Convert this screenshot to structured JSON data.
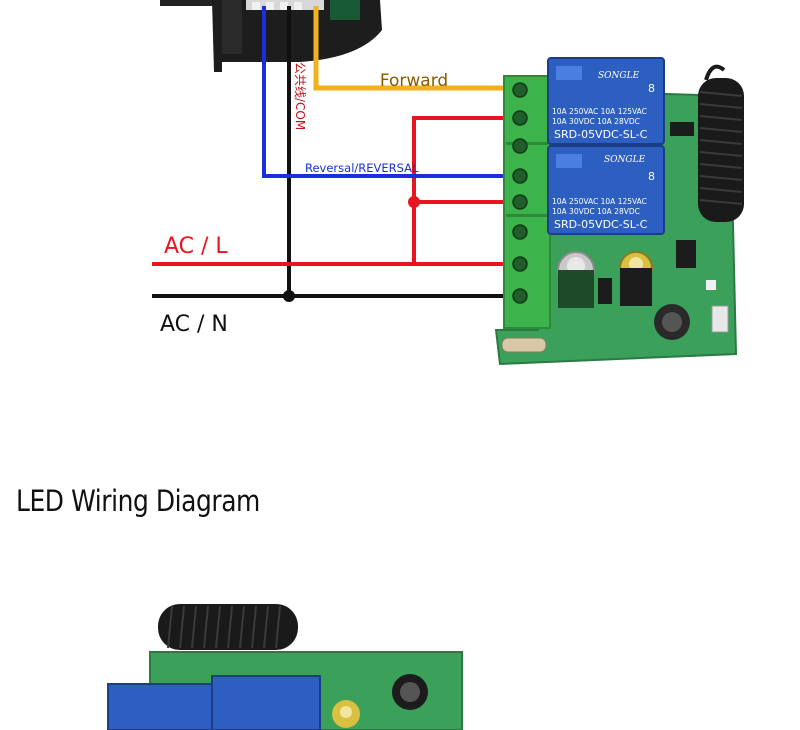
{
  "diagram": {
    "labels": {
      "forward": "Forward",
      "reversal": "Reversal/REVERSAL",
      "com": "公共线/COM",
      "ac_l": "AC / L",
      "ac_n": "AC / N"
    },
    "relays": [
      {
        "brand": "SONGLE",
        "rating_1": "10A 250VAC  10A 125VAC",
        "rating_2": "10A  30VDC  10A  28VDC",
        "model": "SRD-05VDC-SL-C",
        "pin": "8"
      },
      {
        "brand": "SONGLE",
        "rating_1": "10A 250VAC  10A 125VAC",
        "rating_2": "10A  30VDC  10A  28VDC",
        "model": "SRD-05VDC-SL-C",
        "pin": "8"
      }
    ],
    "colors": {
      "live": "#e8141e",
      "neutral": "#111111",
      "reversal": "#1a2ee0",
      "forward": "#f2b21e",
      "pcb": "#3aa05a",
      "relay": "#2d5fc0",
      "terminal": "#3cb44b",
      "antenna": "#1a1a1a"
    }
  },
  "section": {
    "title": "LED Wiring Diagram"
  }
}
